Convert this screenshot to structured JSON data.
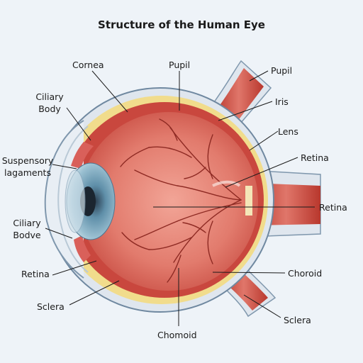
{
  "title": "Structure of the Human Eye",
  "labels": {
    "cornea": "Cornea",
    "pupil_top": "Pupil",
    "pupil_right": "Pupil",
    "ciliary_body_line1": "Ciliary",
    "ciliary_body_line2": "Body",
    "iris": "Iris",
    "lens": "Lens",
    "suspensory_line1": "Suspensory",
    "suspensory_line2": "lagaments",
    "retina_right_upper": "Retina",
    "retina_right_mid": "Retina",
    "ciliary_bodve_line1": "Ciliary",
    "ciliary_bodve_line2": "Bodve",
    "choroid": "Choroid",
    "retina_left": "Retina",
    "sclera_left": "Sclera",
    "sclera_right": "Sclera",
    "chomoid": "Chomoid"
  },
  "colors": {
    "background": "#eef3f8",
    "sclera": "#dfe6ee",
    "choroid_band": "#f1dc8c",
    "retina_red": "#c9473e",
    "vitreous": "#e07f70",
    "vessel": "#8e2a23",
    "iris": "#6e9fb8",
    "pupil": "#1b2530",
    "optic_nerve": "#c44a3c"
  }
}
